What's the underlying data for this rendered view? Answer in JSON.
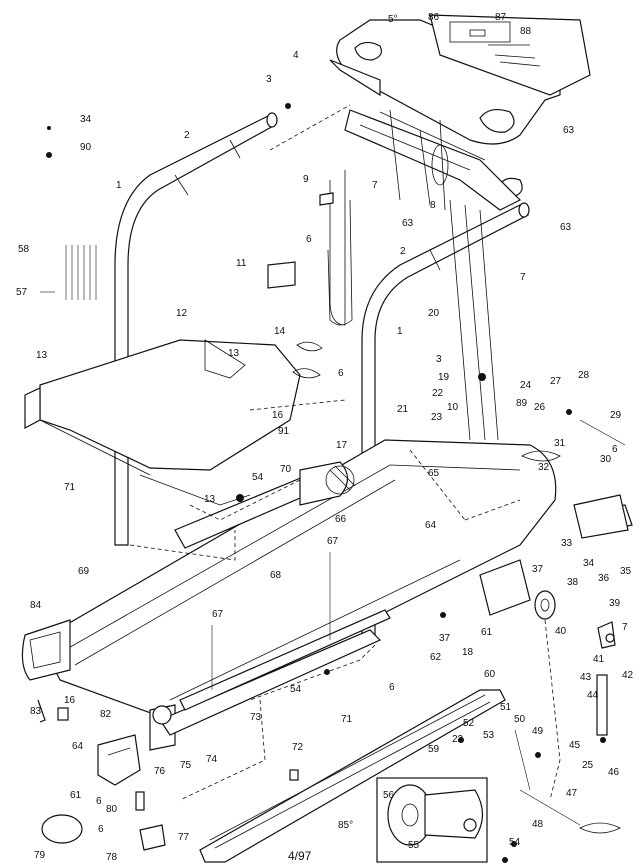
{
  "diagram_date": "4/97",
  "callouts": [
    {
      "label": "5°"
    },
    {
      "label": "86"
    },
    {
      "label": "87"
    },
    {
      "label": "88"
    },
    {
      "label": "4"
    },
    {
      "label": "3"
    },
    {
      "label": "34"
    },
    {
      "label": "90"
    },
    {
      "label": "2"
    },
    {
      "label": "63"
    },
    {
      "label": "7"
    },
    {
      "label": "8"
    },
    {
      "label": "63"
    },
    {
      "label": "63"
    },
    {
      "label": "9"
    },
    {
      "label": "6"
    },
    {
      "label": "1"
    },
    {
      "label": "2"
    },
    {
      "label": "58"
    },
    {
      "label": "57"
    },
    {
      "label": "11"
    },
    {
      "label": "7"
    },
    {
      "label": "20"
    },
    {
      "label": "12"
    },
    {
      "label": "14"
    },
    {
      "label": "13"
    },
    {
      "label": "13"
    },
    {
      "label": "1"
    },
    {
      "label": "3"
    },
    {
      "label": "6"
    },
    {
      "label": "19"
    },
    {
      "label": "28"
    },
    {
      "label": "22"
    },
    {
      "label": "24"
    },
    {
      "label": "27"
    },
    {
      "label": "10"
    },
    {
      "label": "89"
    },
    {
      "label": "26"
    },
    {
      "label": "16"
    },
    {
      "label": "21"
    },
    {
      "label": "23"
    },
    {
      "label": "29"
    },
    {
      "label": "91"
    },
    {
      "label": "31"
    },
    {
      "label": "17"
    },
    {
      "label": "30"
    },
    {
      "label": "32"
    },
    {
      "label": "6"
    },
    {
      "label": "70"
    },
    {
      "label": "54"
    },
    {
      "label": "65"
    },
    {
      "label": "71"
    },
    {
      "label": "66"
    },
    {
      "label": "13"
    },
    {
      "label": "64"
    },
    {
      "label": "35"
    },
    {
      "label": "33"
    },
    {
      "label": "67"
    },
    {
      "label": "69"
    },
    {
      "label": "34"
    },
    {
      "label": "68"
    },
    {
      "label": "37"
    },
    {
      "label": "38"
    },
    {
      "label": "36"
    },
    {
      "label": "39"
    },
    {
      "label": "84"
    },
    {
      "label": "67"
    },
    {
      "label": "61"
    },
    {
      "label": "40"
    },
    {
      "label": "37"
    },
    {
      "label": "7"
    },
    {
      "label": "18"
    },
    {
      "label": "62"
    },
    {
      "label": "41"
    },
    {
      "label": "42"
    },
    {
      "label": "60"
    },
    {
      "label": "6"
    },
    {
      "label": "43"
    },
    {
      "label": "83"
    },
    {
      "label": "16"
    },
    {
      "label": "54"
    },
    {
      "label": "44"
    },
    {
      "label": "82"
    },
    {
      "label": "71"
    },
    {
      "label": "73"
    },
    {
      "label": "51"
    },
    {
      "label": "52"
    },
    {
      "label": "50"
    },
    {
      "label": "49"
    },
    {
      "label": "53"
    },
    {
      "label": "22"
    },
    {
      "label": "45"
    },
    {
      "label": "25"
    },
    {
      "label": "72"
    },
    {
      "label": "59"
    },
    {
      "label": "64"
    },
    {
      "label": "75"
    },
    {
      "label": "74"
    },
    {
      "label": "76"
    },
    {
      "label": "46"
    },
    {
      "label": "61"
    },
    {
      "label": "47"
    },
    {
      "label": "6"
    },
    {
      "label": "80"
    },
    {
      "label": "56"
    },
    {
      "label": "85°"
    },
    {
      "label": "48"
    },
    {
      "label": "6"
    },
    {
      "label": "77"
    },
    {
      "label": "79"
    },
    {
      "label": "78"
    },
    {
      "label": "55"
    },
    {
      "label": "54"
    }
  ]
}
